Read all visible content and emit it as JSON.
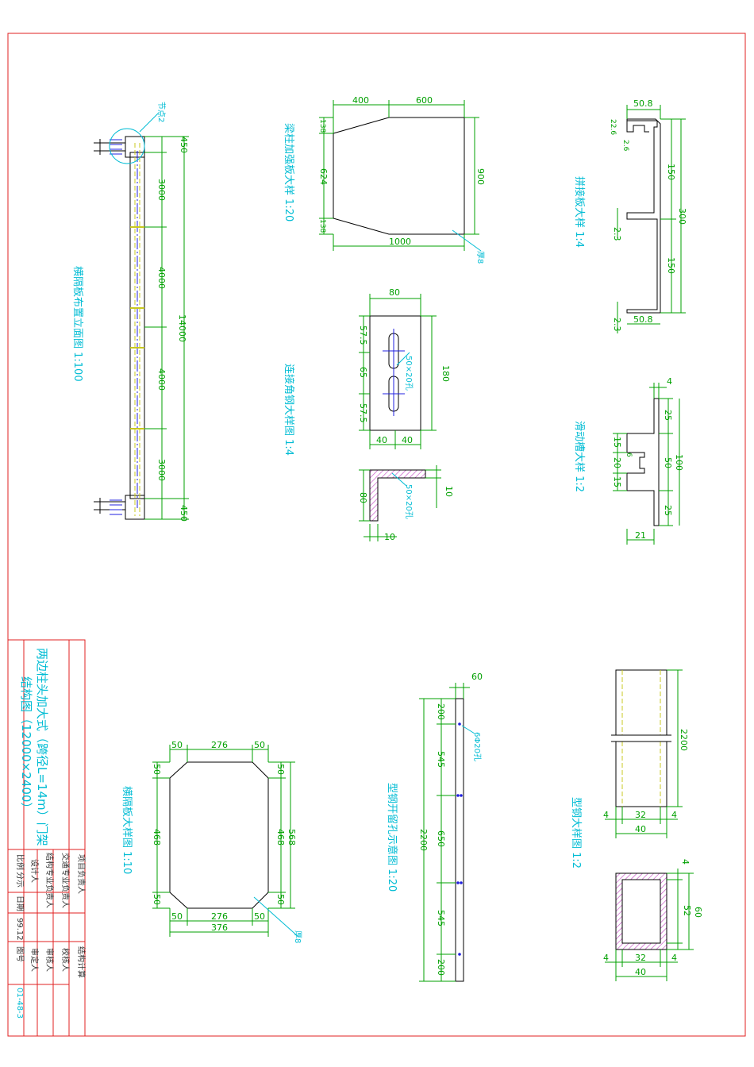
{
  "drawing": {
    "project_title_line1": "两边柱头加大式（跨径L=14m）门架",
    "project_title_line2": "结构图（12000×2400）",
    "views": {
      "elevation_title": "横隔板布置立面图 1:100",
      "stiffener_title": "梁柱加强板大样 1:20",
      "joint_plate_title": "拼接板大样 1:4",
      "angle_title": "连接角钢大样图 1:4",
      "slide_title": "滑动槽大样 1:2",
      "diaphragm_title": "横隔板大样图 1:10",
      "hole_title": "型钢开留孔示意图 1:20",
      "steel_title": "型钢大样图 1:2"
    },
    "annotations": {
      "section_mark": "节点2",
      "thickness_stiffener": "厚8",
      "thickness_diaphragm": "厚8",
      "slot_hole": "50×20孔",
      "slot_hole2": "50×20孔",
      "hole_mark": "6Φ20孔"
    },
    "dims": {
      "elev": [
        "450",
        "3000",
        "4000",
        "14000",
        "4000",
        "3000",
        "450"
      ],
      "stiff": [
        "400",
        "600",
        "138",
        "624",
        "138",
        "900",
        "1000"
      ],
      "joint": [
        "50.8",
        "22.6",
        "2.6",
        "150",
        "300",
        "2.3",
        "150",
        "2.3",
        "50.8"
      ],
      "angle": [
        "80",
        "57.5",
        "65",
        "57.5",
        "180",
        "40",
        "40",
        "80",
        "10",
        "10"
      ],
      "slide": [
        "4",
        "25",
        "15",
        "20",
        "6",
        "15",
        "50",
        "100",
        "25",
        "21"
      ],
      "diaph": [
        "50",
        "276",
        "50",
        "50",
        "50",
        "468",
        "468",
        "568",
        "50",
        "50",
        "50",
        "276",
        "50",
        "376"
      ],
      "hole": [
        "60",
        "200",
        "545",
        "650",
        "2200",
        "545",
        "200"
      ],
      "steel": [
        "2200",
        "4",
        "32",
        "4",
        "40",
        "4",
        "60",
        "52",
        "4",
        "32",
        "4",
        "40"
      ]
    },
    "title_block": {
      "r1c1": "项目负责人",
      "r1c2": "结构计算",
      "r2c1": "交通专业负责人",
      "r2c2": "校核人",
      "r3c1": "结构专业负责人",
      "r3c2": "审核人",
      "r4c1": "设计人",
      "r4c2": "审定人",
      "scale_label": "比例",
      "scale_value": "分示",
      "date_label": "日期",
      "date_value": "99.12",
      "no_label": "图号",
      "no_value": "01-48-3"
    },
    "colors": {
      "border": "#e02020",
      "dimension": "#00a000",
      "title": "#00bcd4",
      "outline": "#000000",
      "hatch": "#c040c0",
      "hidden": "#c8c820",
      "axis": "#2020e0"
    }
  }
}
